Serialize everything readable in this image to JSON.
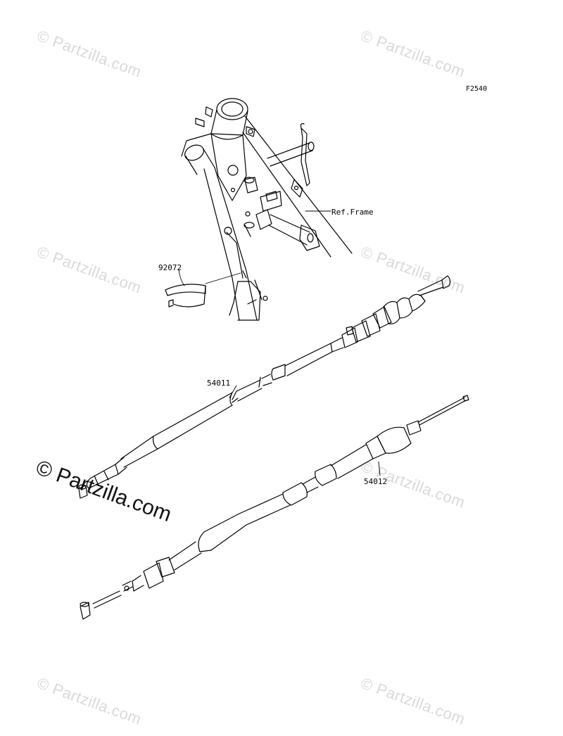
{
  "diagram_code": "F2540",
  "parts": [
    {
      "id": "92072"
    },
    {
      "id": "54011"
    },
    {
      "id": "54012"
    }
  ],
  "reference_label": "Ref.Frame",
  "watermark": {
    "text": "© Partzilla.com",
    "prominent_text": "© Partzilla.com"
  },
  "colors": {
    "line": "#000000",
    "watermark": "#d9d9d9",
    "background": "#ffffff"
  }
}
